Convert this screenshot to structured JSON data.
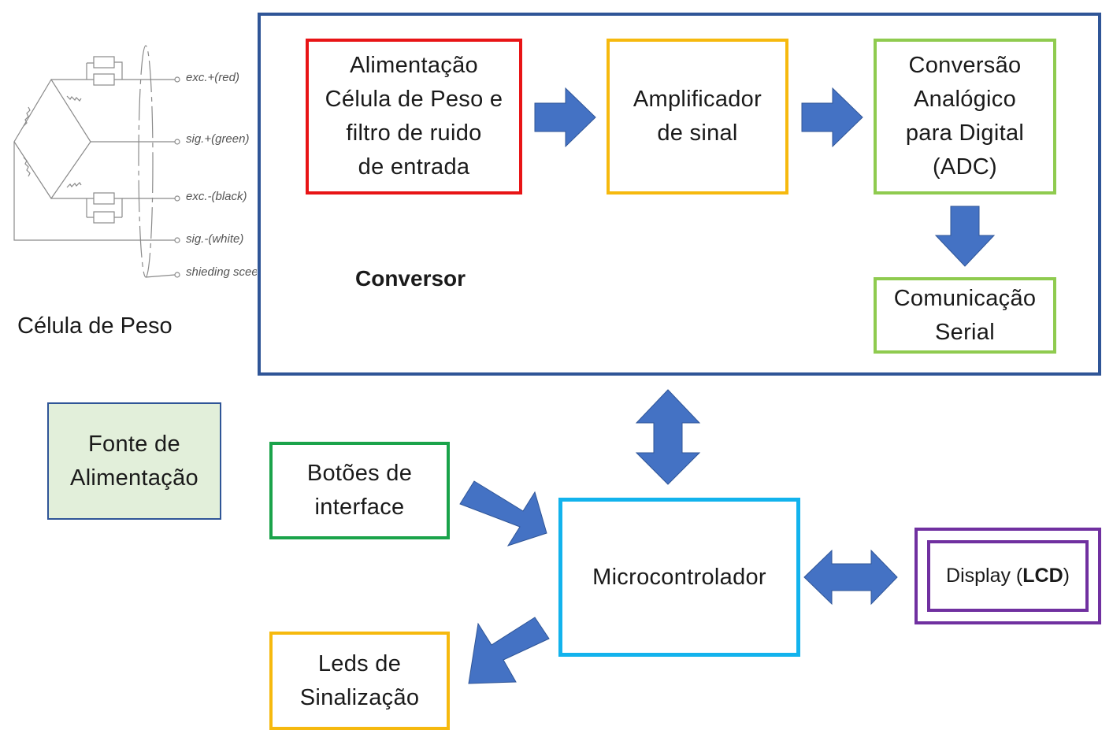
{
  "load_cell": {
    "wires": [
      {
        "label": "exc.+(red)"
      },
      {
        "label": "sig.+(green)"
      },
      {
        "label": "exc.-(black)"
      },
      {
        "label": "sig.-(white)"
      },
      {
        "label": "shieding sceen"
      }
    ],
    "caption": "Célula de Peso"
  },
  "converter": {
    "label": "Conversor",
    "blocks": {
      "power_filter": {
        "lines": [
          "Alimentação",
          "Célula de Peso e",
          "filtro de ruido",
          "de entrada"
        ],
        "color": "#e81416"
      },
      "amplifier": {
        "lines": [
          "Amplificador",
          "de sinal"
        ],
        "color": "#f6b90e"
      },
      "adc": {
        "lines": [
          "Conversão",
          "Analógico",
          "para Digital",
          "(ADC)"
        ],
        "color": "#8fcb4f"
      },
      "serial": {
        "lines": [
          "Comunicação",
          "Serial"
        ],
        "color": "#8fcb4f"
      }
    },
    "border_color": "#2f5597"
  },
  "power_supply": {
    "lines": [
      "Fonte de",
      "Alimentação"
    ],
    "fill": "#e2efda",
    "border": "#2f5597"
  },
  "buttons": {
    "lines": [
      "Botões de",
      "interface"
    ],
    "color": "#1aa34a"
  },
  "leds": {
    "lines": [
      "Leds de",
      "Sinalização"
    ],
    "color": "#f6b90e"
  },
  "mcu": {
    "label": "Microcontrolador",
    "color": "#12b3ed"
  },
  "display": {
    "prefix": "Display (",
    "bold": "LCD",
    "suffix": ")",
    "color": "#7030a0"
  },
  "arrow_color": "#4472c4"
}
